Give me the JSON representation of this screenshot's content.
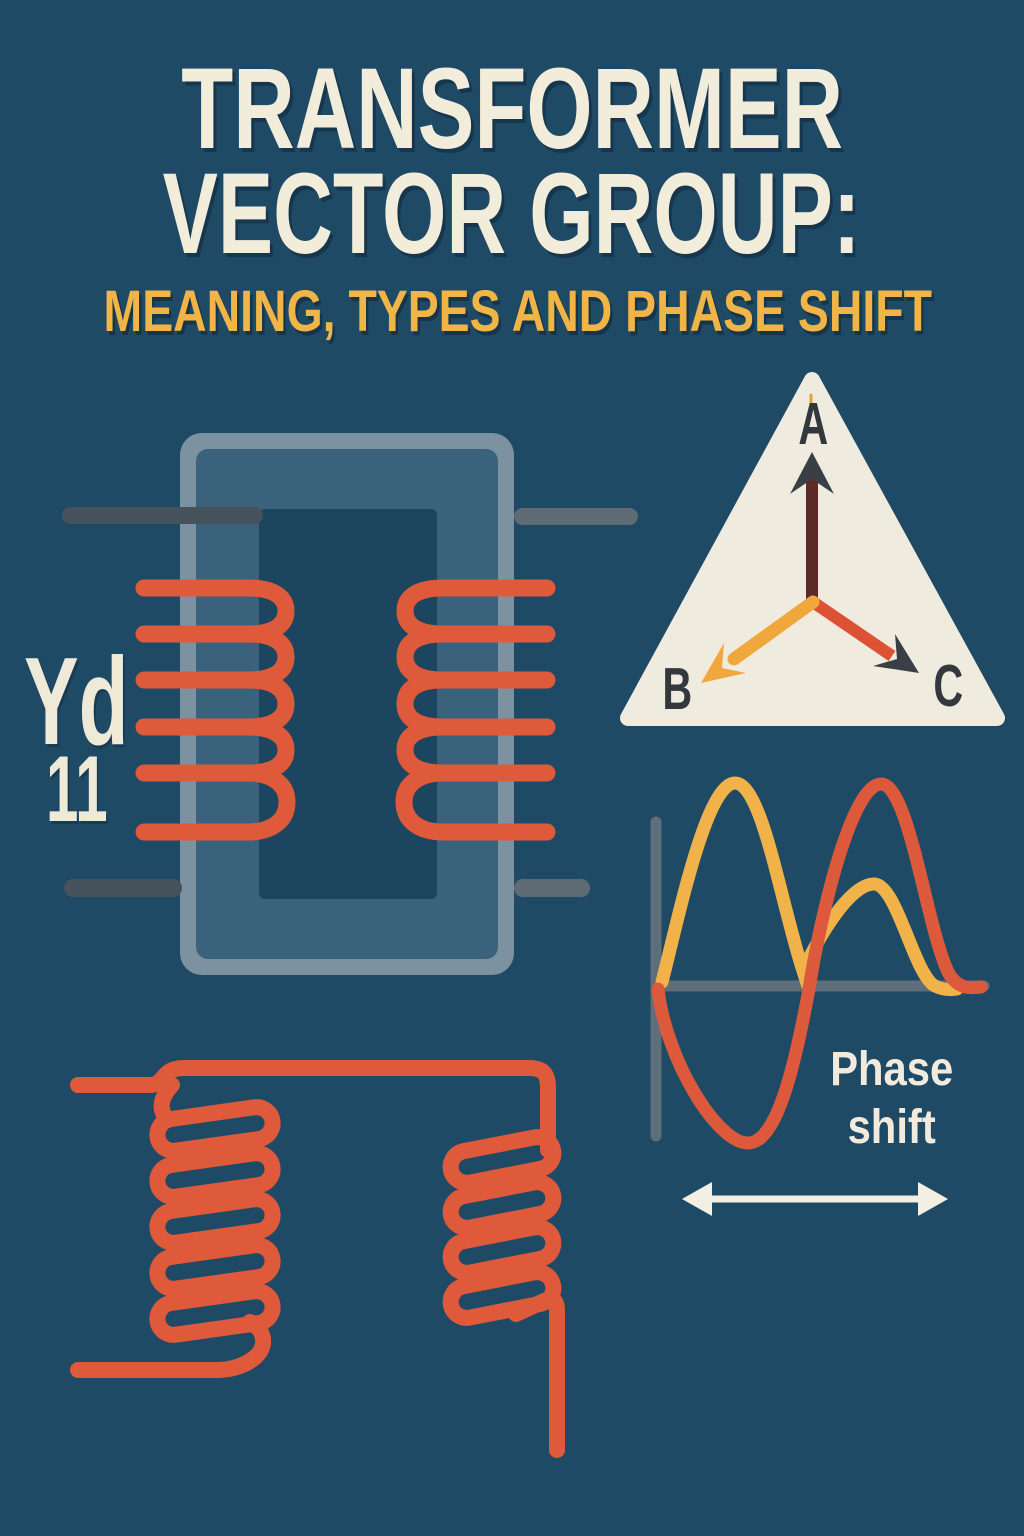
{
  "poster": {
    "title_line1": "TRANSFORMER",
    "title_line2": "VECTOR GROUP:",
    "subtitle": "MEANING, TYPES AND PHASE SHIFT"
  },
  "transformer_diagram": {
    "vector_group_code": "Yd",
    "clock_number": "11"
  },
  "phasor_triangle": {
    "phase_a_label": "A",
    "phase_b_label": "B",
    "phase_c_label": "C"
  },
  "waveform_plot": {
    "caption_line1": "Phase",
    "caption_line2": "shift"
  },
  "colors": {
    "background": "#1E4A66",
    "title_cream": "#F2ECDB",
    "subtitle_yellow": "#F0B546",
    "coil_orange": "#DE5A3A",
    "vector_a_maroon": "#5E2A28",
    "vector_b_yellow": "#F0A73C",
    "vector_c_red": "#DC5233",
    "label_charcoal": "#33383F",
    "triangle_fill": "#F0EBDF",
    "core_border": "#7C92A1",
    "core_body": "#3A627D",
    "core_window": "#1C455F",
    "lead_dark": "#46525C",
    "lead_light": "#5E6B74",
    "axis_gray": "#5F6E7B",
    "wave_yellow": "#F2B24A",
    "wave_red": "#DC5A3B",
    "arrow_cream": "#F3EFE3"
  }
}
